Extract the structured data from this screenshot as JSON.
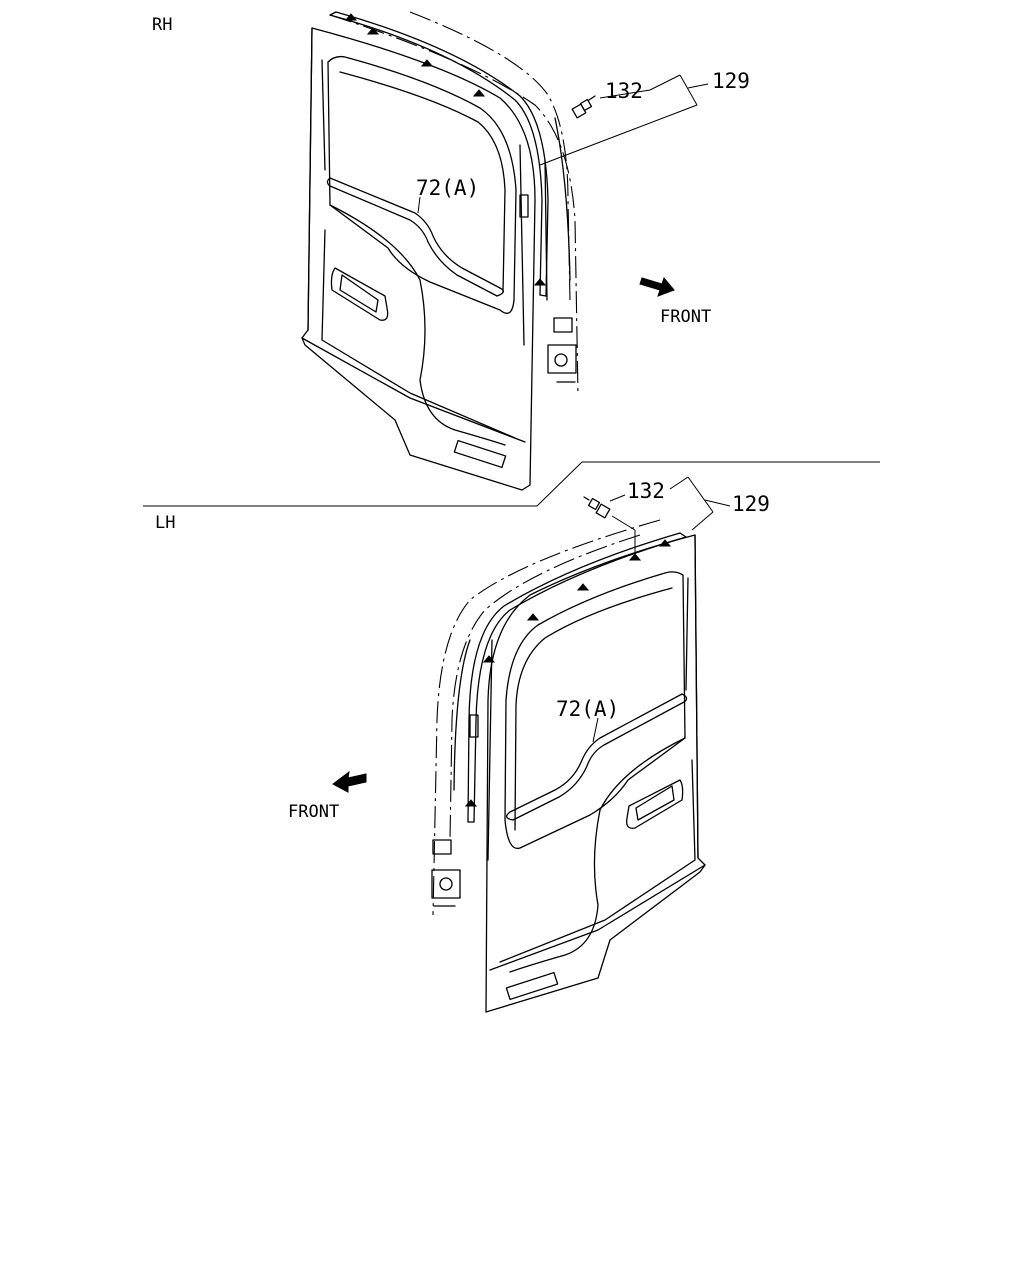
{
  "sections": {
    "rh": {
      "title": "RH",
      "labels": {
        "weatherstrip": "72(A)",
        "part_132": "132",
        "part_129": "129",
        "front": "FRONT"
      }
    },
    "lh": {
      "title": "LH",
      "labels": {
        "weatherstrip": "72(A)",
        "part_132": "132",
        "part_129": "129",
        "front": "FRONT"
      }
    }
  },
  "icons": {
    "front_arrow": "arrow-front-icon",
    "clip": "clip-icon"
  }
}
